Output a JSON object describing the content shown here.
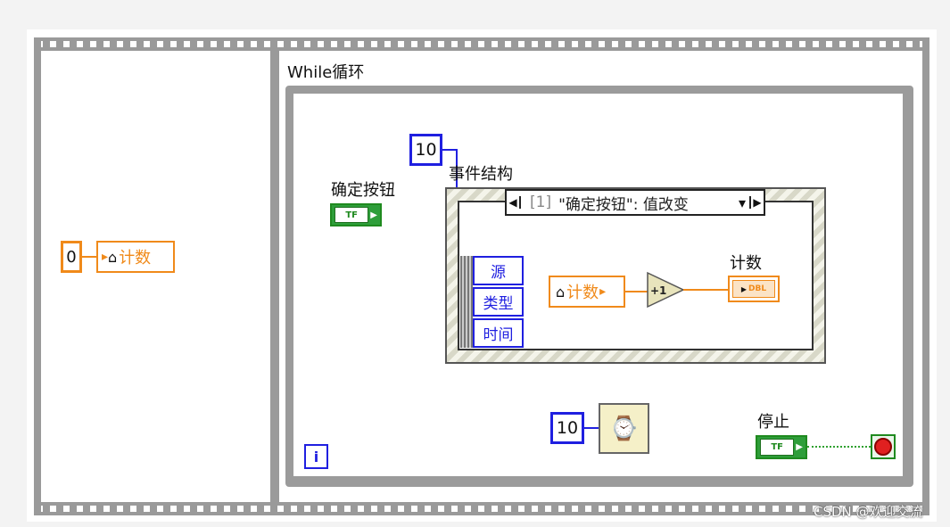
{
  "while_loop": {
    "title": "While循环"
  },
  "left_frame": {
    "const_value": "0",
    "local_var_label": "计数",
    "arrow_glyph": "▸",
    "house_glyph": "⌂"
  },
  "event_structure": {
    "title": "事件结构",
    "timeout_const": "10",
    "hourglass_glyph": "⌛",
    "case_index": "[1]",
    "case_label": "\"确定按钮\": 值改变",
    "dropdown_glyph": "▾",
    "left_arrow": "◀",
    "right_arrow": "▶",
    "event_data_nodes": [
      "源",
      "类型",
      "时间"
    ],
    "local_var_label": "计数",
    "increment_label": "+1",
    "indicator_label": "计数",
    "indicator_type": "DBL"
  },
  "ok_button": {
    "label": "确定按钮",
    "terminal_text": "TF"
  },
  "wait": {
    "const_value": "10",
    "icon_glyph": "⌚"
  },
  "stop": {
    "label": "停止",
    "terminal_text": "TF"
  },
  "iteration_terminal": "i",
  "watermark": "CSDN @欢迎交流",
  "colors": {
    "blue": "#1f1fe0",
    "orange": "#f08a1a",
    "green": "#2e9e3a",
    "border_gray": "#9b9b9b"
  }
}
